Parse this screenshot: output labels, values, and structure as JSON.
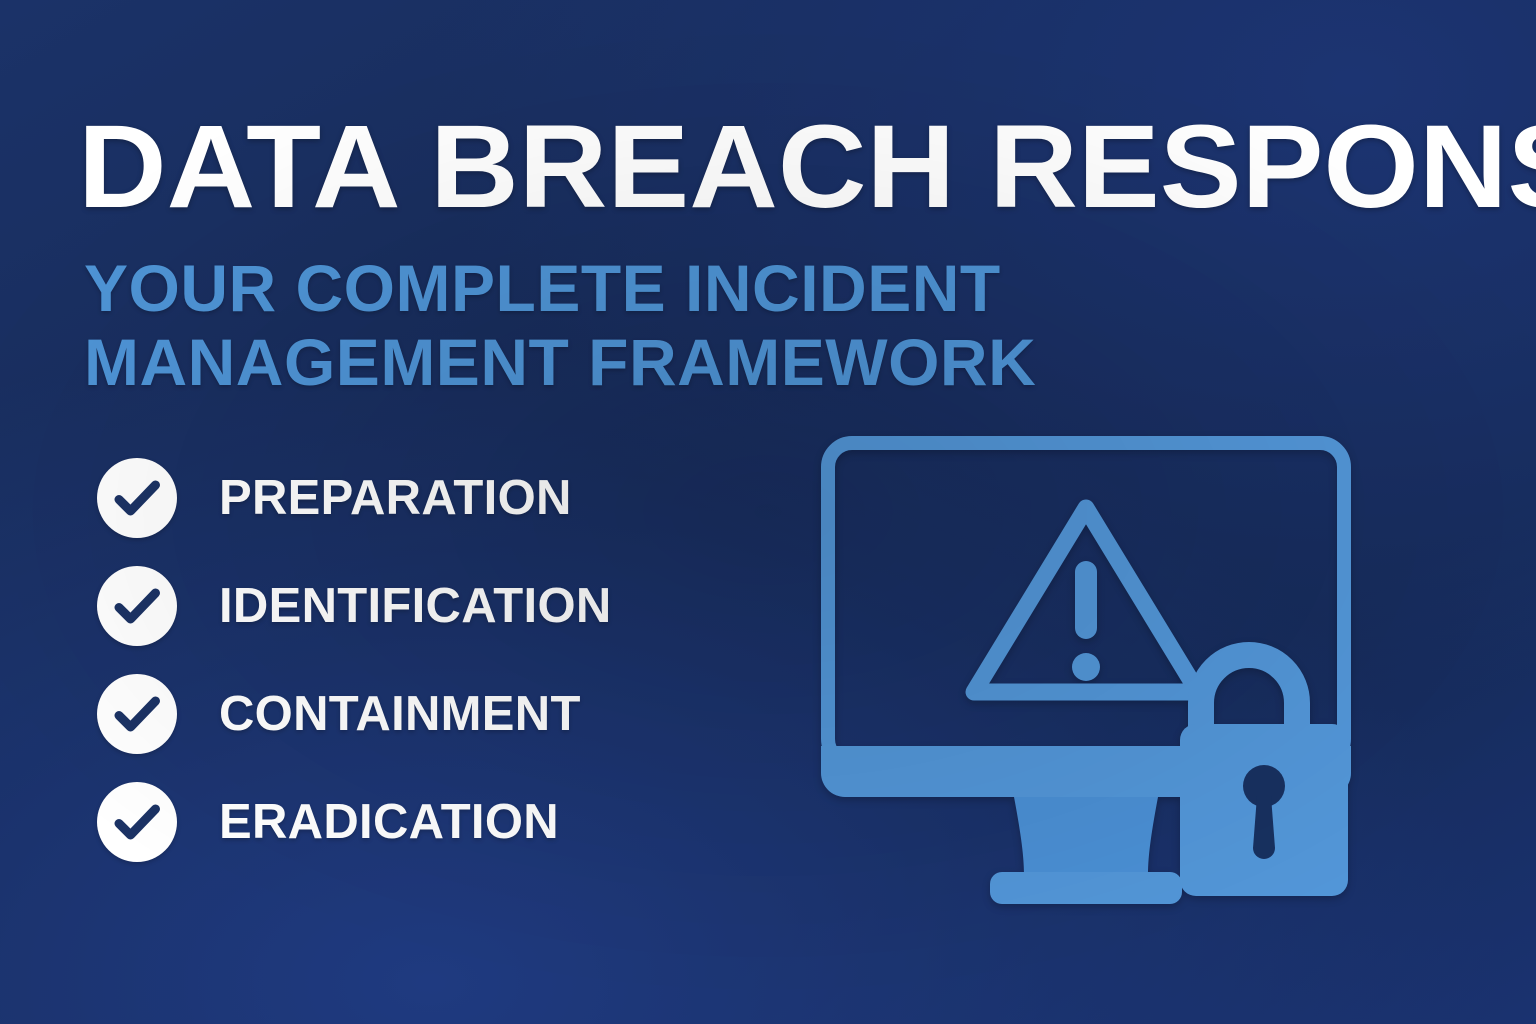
{
  "banner": {
    "title": "DATA BREACH RESPONSE",
    "subtitle_line1": "YOUR COMPLETE INCIDENT",
    "subtitle_line2": "MANAGEMENT FRAMEWORK"
  },
  "checklist": {
    "items": [
      {
        "label": "PREPARATION",
        "icon": "check-icon"
      },
      {
        "label": "IDENTIFICATION",
        "icon": "check-icon"
      },
      {
        "label": "CONTAINMENT",
        "icon": "check-icon"
      },
      {
        "label": "ERADICATION",
        "icon": "check-icon"
      }
    ]
  },
  "illustration": {
    "name": "monitor-warning-lock-illustration",
    "parts": [
      "monitor-icon",
      "warning-triangle-icon",
      "padlock-icon"
    ]
  },
  "colors": {
    "background_navy": "#162a57",
    "background_navy_light": "#1f3a80",
    "accent_blue": "#4e94d6",
    "illustration_blue": "#5296d8",
    "text_white": "#ffffff",
    "check_navy": "#1b3264"
  }
}
